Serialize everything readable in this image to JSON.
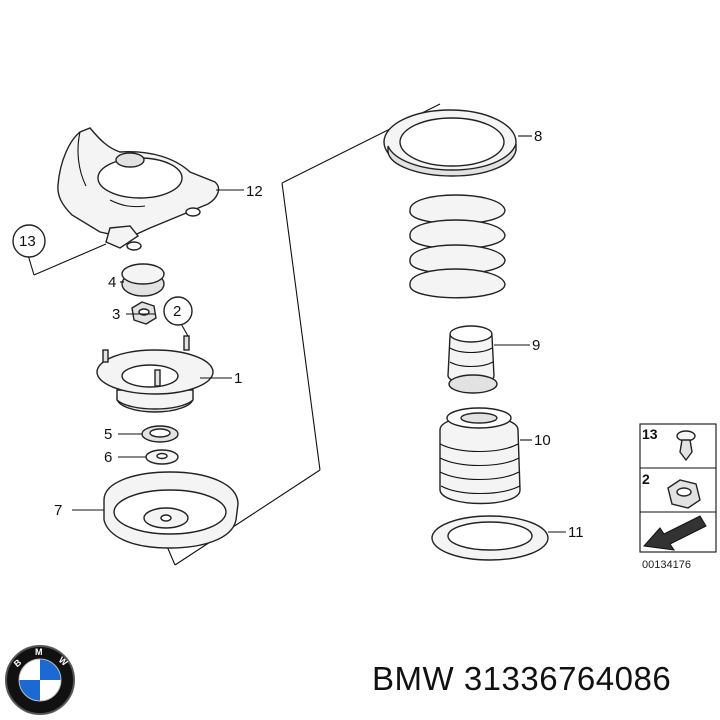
{
  "callouts": [
    {
      "id": "c1",
      "text": "1"
    },
    {
      "id": "c2",
      "text": "2"
    },
    {
      "id": "c3",
      "text": "3"
    },
    {
      "id": "c4",
      "text": "4"
    },
    {
      "id": "c5",
      "text": "5"
    },
    {
      "id": "c6",
      "text": "6"
    },
    {
      "id": "c7",
      "text": "7"
    },
    {
      "id": "c8",
      "text": "8"
    },
    {
      "id": "c9",
      "text": "9"
    },
    {
      "id": "c10",
      "text": "10"
    },
    {
      "id": "c11",
      "text": "11"
    },
    {
      "id": "c12",
      "text": "12"
    },
    {
      "id": "c13",
      "text": "13"
    }
  ],
  "legend": {
    "item_13": "13",
    "item_2": "2"
  },
  "diagram_code": "00134176",
  "brand": {
    "logo_icon": "bmw-roundel-icon",
    "logo_letters": [
      "B",
      "M",
      "W"
    ],
    "part_number": "BMW 31336764086",
    "colors": {
      "roundel_blue": "#1c69d4",
      "roundel_black": "#111111",
      "roundel_white": "#ffffff"
    }
  }
}
